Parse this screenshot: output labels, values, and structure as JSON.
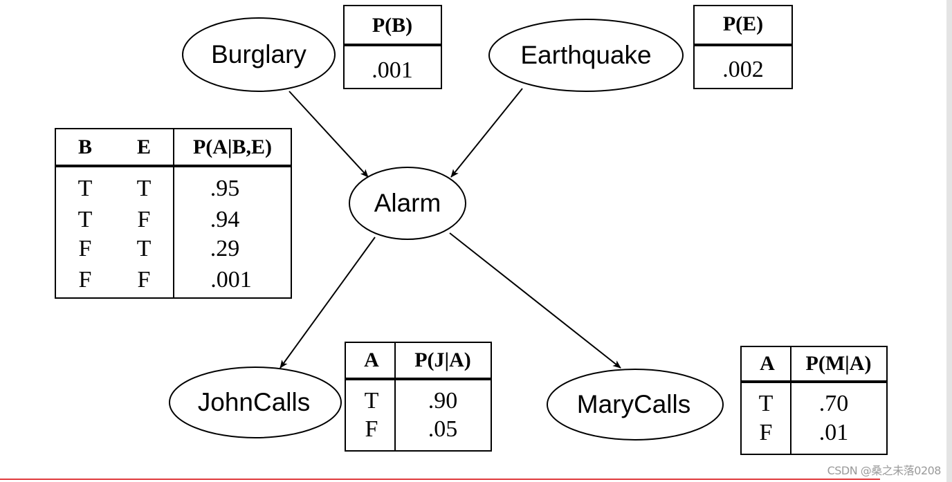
{
  "network": {
    "title": "Burglary Alarm Bayesian Network",
    "nodes": [
      {
        "id": "B",
        "label": "Burglary"
      },
      {
        "id": "E",
        "label": "Earthquake"
      },
      {
        "id": "A",
        "label": "Alarm"
      },
      {
        "id": "J",
        "label": "JohnCalls"
      },
      {
        "id": "M",
        "label": "MaryCalls"
      }
    ],
    "edges": [
      {
        "from": "B",
        "to": "A"
      },
      {
        "from": "E",
        "to": "A"
      },
      {
        "from": "A",
        "to": "J"
      },
      {
        "from": "A",
        "to": "M"
      }
    ]
  },
  "cpts": {
    "B": {
      "header": [
        "P(B)"
      ],
      "rows": [
        [
          ".001"
        ]
      ]
    },
    "E": {
      "header": [
        "P(E)"
      ],
      "rows": [
        [
          ".002"
        ]
      ]
    },
    "A": {
      "header": [
        "B",
        "E",
        "P(A|B,E)"
      ],
      "rows": [
        [
          "T",
          "T",
          ".95"
        ],
        [
          "T",
          "F",
          ".94"
        ],
        [
          "F",
          "T",
          ".29"
        ],
        [
          "F",
          "F",
          ".001"
        ]
      ]
    },
    "J": {
      "header": [
        "A",
        "P(J|A)"
      ],
      "rows": [
        [
          "T",
          ".90"
        ],
        [
          "F",
          ".05"
        ]
      ]
    },
    "M": {
      "header": [
        "A",
        "P(M|A)"
      ],
      "rows": [
        [
          "T",
          ".70"
        ],
        [
          "F",
          ".01"
        ]
      ]
    }
  },
  "watermark": "CSDN @桑之未落0208",
  "colors": {
    "line": "#000000",
    "accent_rule": "#e0393b",
    "watermark": "#9a9a9a"
  }
}
